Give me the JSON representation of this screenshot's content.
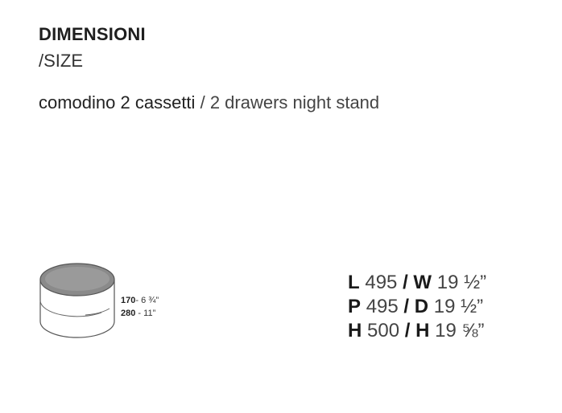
{
  "heading": {
    "title": "DIMENSIONI",
    "subtitle": "/SIZE"
  },
  "product": {
    "name_it": "comodino 2 cassetti",
    "separator": "/",
    "name_en": "2 drawers night stand"
  },
  "drawing_labels": [
    {
      "value": "170",
      "sep": "-",
      "inch": "6 ¾”"
    },
    {
      "value": "280",
      "sep": "-",
      "inch": "11”"
    }
  ],
  "specs": [
    {
      "k1": "L",
      "v1": "495",
      "slash": "/",
      "k2": "W",
      "v2": "19 ½”"
    },
    {
      "k1": "P",
      "v1": "495",
      "slash": "/",
      "k2": "D",
      "v2": "19 ½”"
    },
    {
      "k1": "H",
      "v1": "500",
      "slash": "/",
      "k2": "H",
      "v2": "19 ⅝”"
    }
  ]
}
